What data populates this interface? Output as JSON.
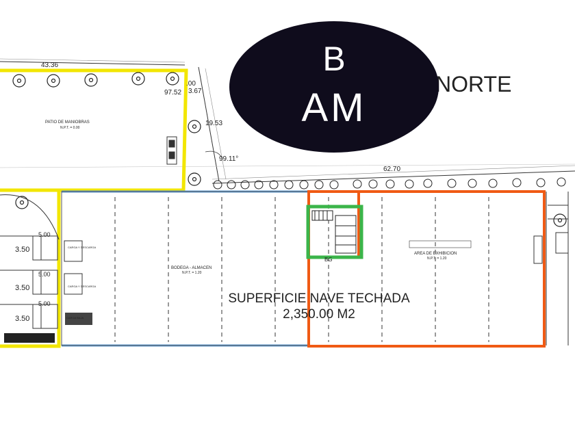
{
  "logo": {
    "line1": "B",
    "line2": "AM"
  },
  "north_label": "NORTE",
  "dimensions": {
    "top_left": "43.36",
    "d1": "97.52",
    "d2": ".00",
    "d3": "3.67",
    "d4": "19.53",
    "angle": "99.11°",
    "main": "62.70",
    "dock1": "3.50",
    "dock2": "3.50",
    "dock3": "3.50",
    "w1": "5.00",
    "w2": "5.00",
    "w3": "5.00"
  },
  "labels": {
    "patio": "PATIO DE MANIOBRAS",
    "patio_npt": "N.P.T. = 0.00",
    "bodega": "BODEGA - ALMACEN",
    "bodega_npt": "N.P.T. = 1.20",
    "exhibicion": "AREA DE EXHIBICION",
    "exhibicion_npt": "N.P.T. = 1.20",
    "carga1": "CARGA Y DESCARGA",
    "carga2": "CARGA Y DESCARGA",
    "carga3": "CARGA BAJA",
    "bg": "BG"
  },
  "surface": {
    "title": "SUPERFICIE NAVE TECHADA",
    "area": "2,350.00  M2"
  },
  "colors": {
    "yellow_zone": "#f2e600",
    "blue_zone": "#5b9bd5",
    "orange_zone": "#f05a14",
    "green_zone": "#3bb54a",
    "logo_bg": "#0f0c1c"
  }
}
